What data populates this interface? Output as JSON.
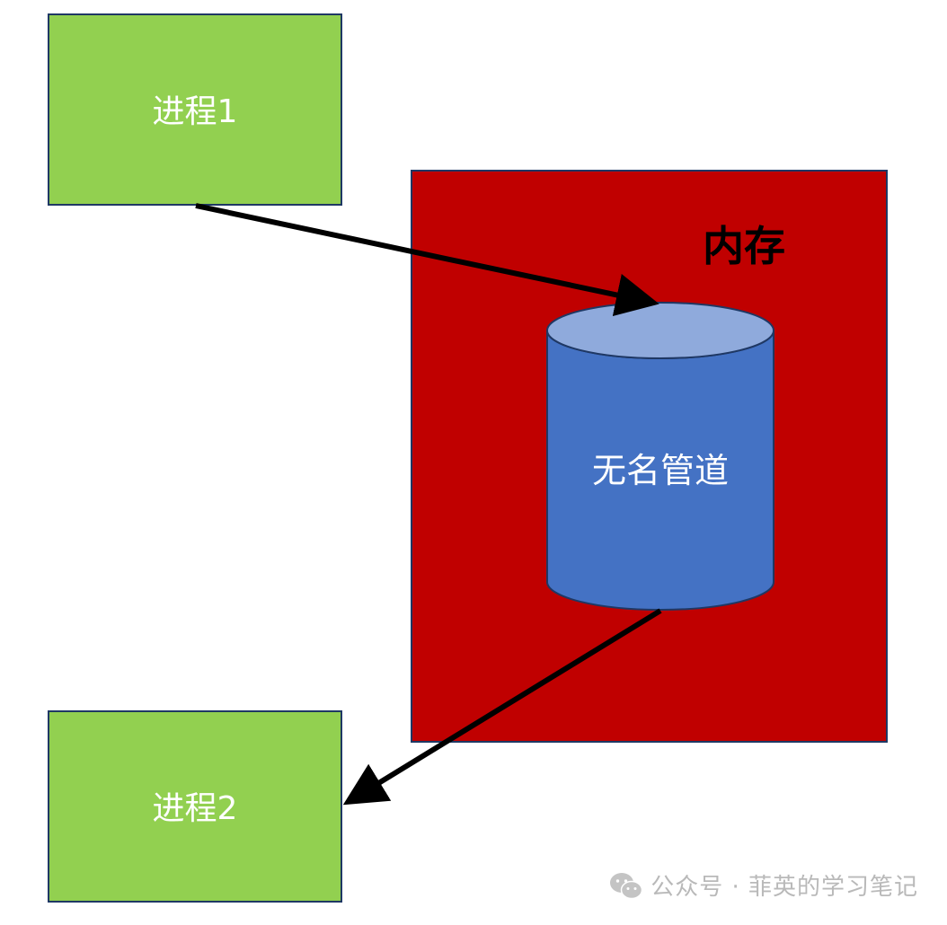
{
  "diagram": {
    "process1": {
      "label": "进程1",
      "fill": "#92d050",
      "stroke": "#1f3864"
    },
    "process2": {
      "label": "进程2",
      "fill": "#92d050",
      "stroke": "#1f3864"
    },
    "memory": {
      "label": "内存",
      "fill": "#c00000",
      "stroke": "#1f3864"
    },
    "pipe": {
      "label": "无名管道",
      "body_fill": "#4472c4",
      "top_fill": "#8faadc",
      "stroke": "#1f3864"
    },
    "arrow_color": "#000000"
  },
  "watermark": {
    "icon": "wechat-icon",
    "text": "公众号 · 菲英的学习笔记"
  }
}
